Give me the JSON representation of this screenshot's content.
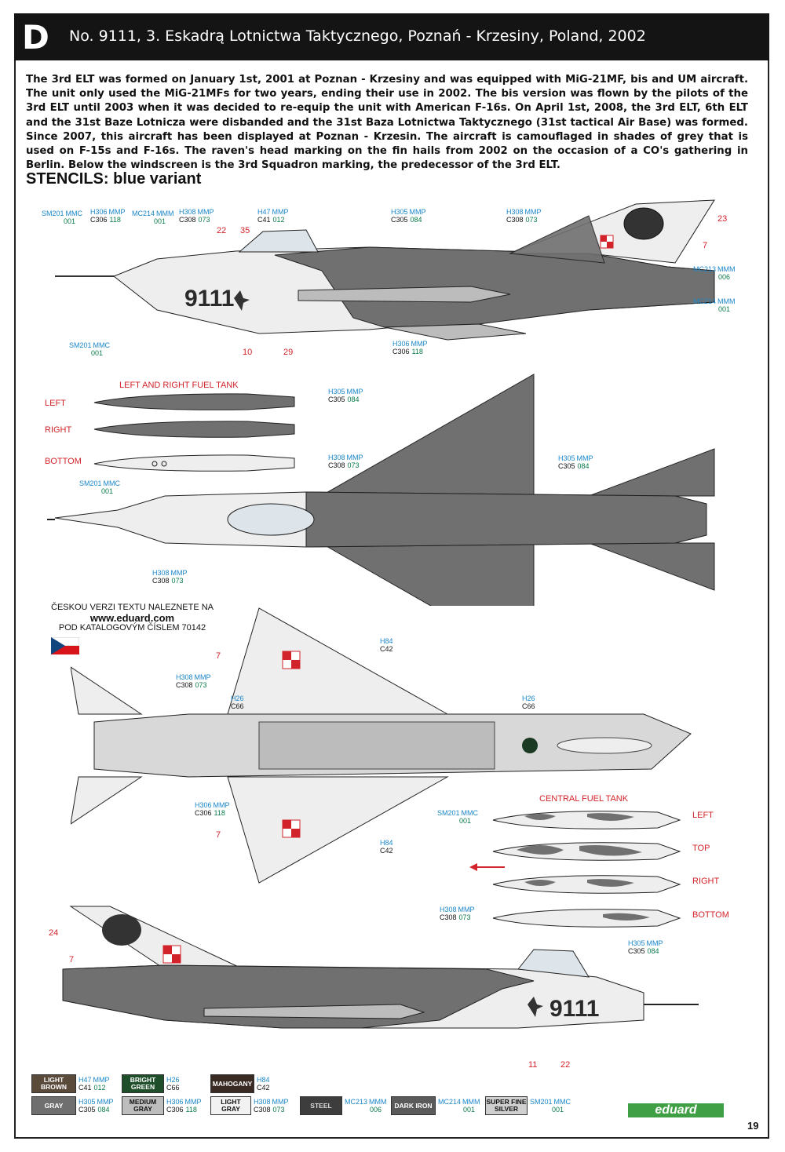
{
  "header": {
    "letter": "D",
    "title": "No. 9111, 3. Eskadrą Lotnictwa Taktycznego, Poznań - Krzesiny, Poland, 2002"
  },
  "description": "The 3rd ELT was formed on January 1st, 2001 at Poznan - Krzesiny and was equipped with MiG-21MF, bis and UM aircraft. The unit only used the MiG-21MFs for two years, ending their use in 2002. The bis version was flown by the pilots of the 3rd ELT until 2003 when it was decided to re-equip the unit with American F-16s. On April 1st, 2008, the 3rd ELT, 6th ELT and the 31st Baze Lotnicza were disbanded and the 31st Baza Lotnictwa Taktycznego (31st tactical Air Base) was formed. Since 2007, this aircraft has been displayed at Poznan - Krzesin. The aircraft is camouflaged in shades of grey that is used on F-15s and F-16s. The raven's head marking on the fin hails from 2002 on the occasion of a CO's gathering in Berlin. Below the windscreen is the 3rd Squadron marking, the predecessor of the 3rd ELT.",
  "stencils_title": "STENCILS: blue variant",
  "aircraft_number": "9111",
  "side_top": {
    "codes": [
      {
        "a": "SM201",
        "b": "MMC",
        "c": "001"
      },
      {
        "a": "H306",
        "b": "MMP",
        "k": "C306",
        "c": "118"
      },
      {
        "a": "MC214",
        "b": "MMM",
        "c": "001"
      },
      {
        "a": "H308",
        "b": "MMP",
        "k": "C308",
        "c": "073"
      },
      {
        "a": "H47",
        "b": "MMP",
        "k": "C41",
        "c": "012"
      },
      {
        "a": "H305",
        "b": "MMP",
        "k": "C305",
        "c": "084"
      },
      {
        "a": "H308",
        "b": "MMP",
        "k": "C308",
        "c": "073"
      },
      {
        "a": "MC213",
        "b": "MMM",
        "c": "006"
      },
      {
        "a": "MC214",
        "b": "MMM",
        "c": "001"
      },
      {
        "a": "SM201",
        "b": "MMC",
        "c": "001"
      },
      {
        "a": "H306",
        "b": "MMP",
        "k": "C306",
        "c": "118"
      }
    ],
    "numbers": [
      "22",
      "35",
      "23",
      "7",
      "10",
      "29"
    ]
  },
  "tanks": {
    "title": "LEFT AND RIGHT FUEL TANK",
    "labels": [
      "LEFT",
      "RIGHT",
      "BOTTOM"
    ],
    "codes": [
      {
        "a": "H305",
        "b": "MMP",
        "k": "C305",
        "c": "084"
      },
      {
        "a": "H308",
        "b": "MMP",
        "k": "C308",
        "c": "073"
      },
      {
        "a": "SM201",
        "b": "MMC",
        "c": "001"
      }
    ]
  },
  "top_view": {
    "codes": [
      {
        "a": "H305",
        "b": "MMP",
        "k": "C305",
        "c": "084"
      },
      {
        "a": "H308",
        "b": "MMP",
        "k": "C308",
        "c": "073"
      }
    ]
  },
  "czech": {
    "line1": "ČESKOU VERZI TEXTU NALEZNETE NA",
    "url": "www.eduard.com",
    "line3": "POD KATALOGOVÝM ČÍSLEM 70142"
  },
  "bottom_view": {
    "codes": [
      {
        "a": "H84",
        "k": "C42"
      },
      {
        "a": "H308",
        "b": "MMP",
        "k": "C308",
        "c": "073"
      },
      {
        "a": "H26",
        "k": "C66"
      },
      {
        "a": "H26",
        "k": "C66"
      },
      {
        "a": "H306",
        "b": "MMP",
        "k": "C306",
        "c": "118"
      },
      {
        "a": "H84",
        "k": "C42"
      }
    ],
    "numbers": [
      "7",
      "7"
    ]
  },
  "central_tank": {
    "title": "CENTRAL FUEL TANK",
    "labels": [
      "LEFT",
      "TOP",
      "RIGHT",
      "BOTTOM"
    ],
    "codes": [
      {
        "a": "SM201",
        "b": "MMC",
        "c": "001"
      },
      {
        "a": "H308",
        "b": "MMP",
        "k": "C308",
        "c": "073"
      },
      {
        "a": "H305",
        "b": "MMP",
        "k": "C305",
        "c": "084"
      }
    ]
  },
  "side_bottom": {
    "numbers": [
      "24",
      "7",
      "11",
      "22"
    ]
  },
  "legend": [
    {
      "name": "LIGHT BROWN",
      "color": "#5a4a3a",
      "text": "#fff",
      "a": "H47",
      "b": "MMP",
      "k": "C41",
      "c": "012"
    },
    {
      "name": "BRIGHT GREEN",
      "color": "#1f4f2a",
      "text": "#fff",
      "a": "H26",
      "k": "C66"
    },
    {
      "name": "MAHOGANY",
      "color": "#3a2a24",
      "text": "#fff",
      "a": "H84",
      "k": "C42"
    },
    {
      "name": "GRAY",
      "color": "#6f6f6f",
      "text": "#fff",
      "a": "H305",
      "b": "MMP",
      "k": "C305",
      "c": "084"
    },
    {
      "name": "MEDIUM GRAY",
      "color": "#bdbdbd",
      "text": "#111",
      "a": "H306",
      "b": "MMP",
      "k": "C306",
      "c": "118"
    },
    {
      "name": "LIGHT GRAY",
      "color": "#f2f2f2",
      "text": "#111",
      "a": "H308",
      "b": "MMP",
      "k": "C308",
      "c": "073"
    },
    {
      "name": "STEEL",
      "color": "#3d3d3d",
      "text": "#ddd",
      "a": "MC213",
      "b": "MMM",
      "c": "006"
    },
    {
      "name": "DARK IRON",
      "color": "#5a5a5a",
      "text": "#fff",
      "a": "MC214",
      "b": "MMM",
      "c": "001"
    },
    {
      "name": "SUPER FINE SILVER",
      "color": "#cfcfcf",
      "text": "#111",
      "a": "SM201",
      "b": "MMC",
      "c": "001"
    }
  ],
  "brand": "eduard",
  "page_number": "19",
  "colors": {
    "light": "#eeeeee",
    "medium": "#bcbcbc",
    "dark": "#707070",
    "red": "#d2232a"
  }
}
